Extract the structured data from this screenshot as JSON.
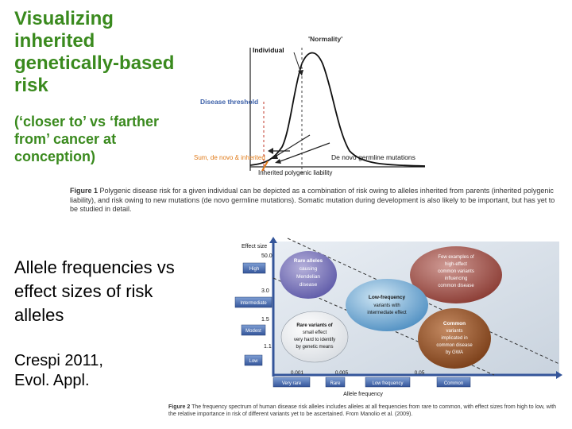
{
  "slide": {
    "title": "Visualizing inherited genetically-based risk",
    "subtitle": "(‘closer to’ vs ‘farther from’ cancer at conception)",
    "allele_heading": "Allele frequencies vs effect sizes of risk alleles",
    "citation": "Crespi 2011, Evol. Appl.",
    "accent_color": "#3a8a1e"
  },
  "figure1": {
    "labels": {
      "normality": "'Normality'",
      "individual": "Individual",
      "disease_threshold": "Disease threshold",
      "sum_inherited": "Sum, de novo & inherited",
      "de_novo": "De novo germline mutations",
      "inherited_liability": "Inherited polygenic liability"
    },
    "caption_label": "Figure 1",
    "caption_text": "Polygenic disease risk for a given individual can be depicted as a combination of risk owing to alleles inherited from parents (inherited polygenic liability), and risk owing to new mutations (de novo germline mutations). Somatic mutation during development is also likely to be important, but has yet to be studied in detail."
  },
  "figure2": {
    "y_axis_title": "Effect size",
    "y_ticks": [
      "50.0",
      "3.0",
      "1.5",
      "1.1"
    ],
    "y_categories": [
      "High",
      "Intermediate",
      "Modest",
      "Low"
    ],
    "x_ticks": [
      "0.001",
      "0.005",
      "0.05"
    ],
    "x_categories": [
      "Very rare",
      "Rare",
      "Low frequency",
      "Common"
    ],
    "x_axis_title": "Allele frequency",
    "ellipses": [
      {
        "text": [
          "Rare alleles",
          "causing",
          "Mendelian",
          "disease"
        ]
      },
      {
        "text": [
          "Few examples of",
          "high-effect",
          "common variants",
          "influencing",
          "common disease"
        ]
      },
      {
        "text": [
          "Low-frequency",
          "variants with",
          "intermediate effect"
        ]
      },
      {
        "text": [
          "Rare variants of",
          "small effect",
          "very hard to identify",
          "by genetic means"
        ]
      },
      {
        "text": [
          "Common",
          "variants",
          "implicated in",
          "common disease",
          "by GWA"
        ]
      }
    ],
    "caption_label": "Figure 2",
    "caption_text": "The frequency spectrum of human disease risk alleles includes alleles at all frequencies from rare to common, with effect sizes from high to low, with the relative importance in risk of different variants yet to be ascertained. From Manolio et al. (2009)."
  }
}
